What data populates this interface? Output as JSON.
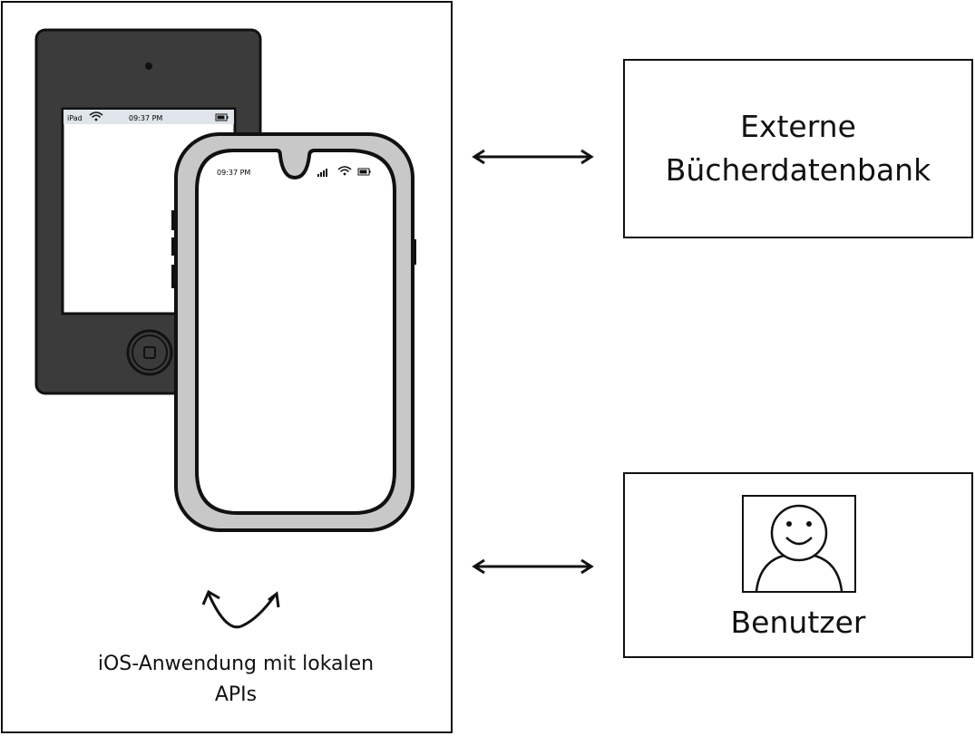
{
  "ipad": {
    "carrier": "iPad",
    "time": "09:37 PM"
  },
  "iphone": {
    "time": "09:37 PM"
  },
  "app": {
    "caption": "iOS-Anwendung mit lokalen\nAPIs"
  },
  "external_db": {
    "label": "Externe\nBücherdatenbank"
  },
  "user": {
    "label": "Benutzer"
  },
  "icons": {
    "wifi": "wifi-icon",
    "battery": "battery-icon",
    "signal": "signal-icon",
    "home_button": "home-button-icon",
    "avatar": "user-avatar-icon",
    "arrow": "double-arrow-icon"
  }
}
